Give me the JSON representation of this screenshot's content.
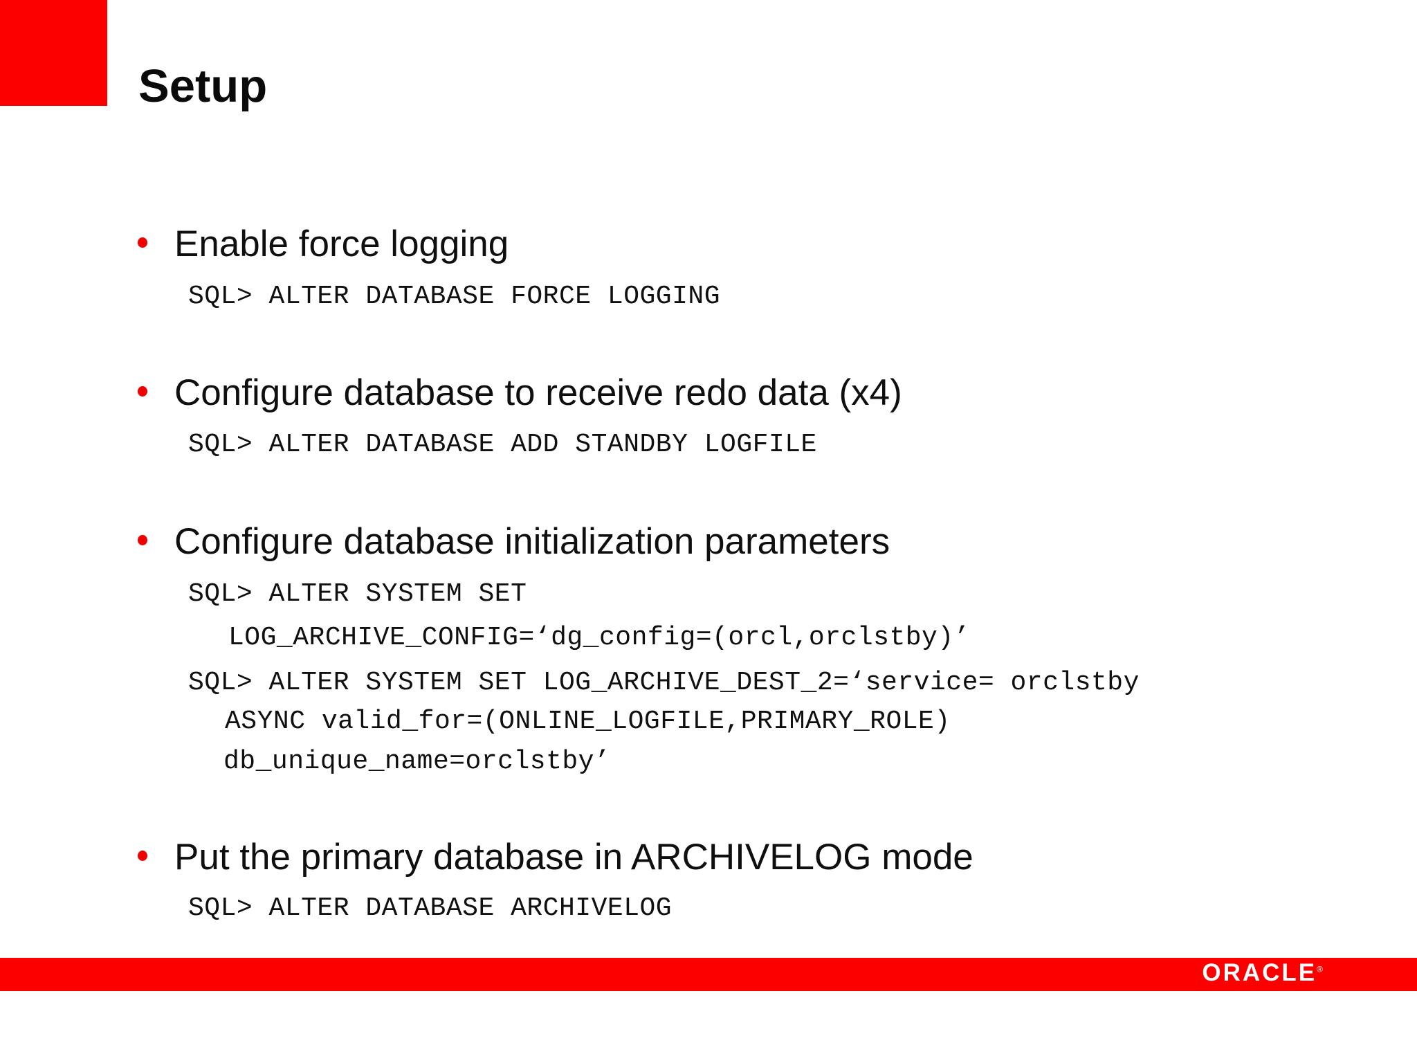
{
  "slide": {
    "title": "Setup",
    "bullets": [
      {
        "label": "Enable force logging",
        "code": [
          "SQL> ALTER DATABASE FORCE LOGGING"
        ]
      },
      {
        "label": "Configure database to receive redo data (x4)",
        "code": [
          "SQL> ALTER DATABASE ADD STANDBY LOGFILE"
        ]
      },
      {
        "label": "Configure database initialization parameters",
        "code": [
          "SQL> ALTER SYSTEM SET",
          "LOG_ARCHIVE_CONFIG=‘dg_config=(orcl,orclstby)’",
          "SQL> ALTER SYSTEM SET LOG_ARCHIVE_DEST_2=‘service= orclstby",
          "ASYNC valid_for=(ONLINE_LOGFILE,PRIMARY_ROLE)",
          "db_unique_name=orclstby’"
        ]
      },
      {
        "label": "Put the primary database in ARCHIVELOG mode",
        "code": [
          "SQL> ALTER DATABASE ARCHIVELOG"
        ]
      }
    ],
    "footer": {
      "brand": "ORACLE",
      "registered_mark": "®"
    },
    "colors": {
      "accent_red": "#FC0000",
      "text": "#111111",
      "background": "#FFFFFF"
    }
  }
}
